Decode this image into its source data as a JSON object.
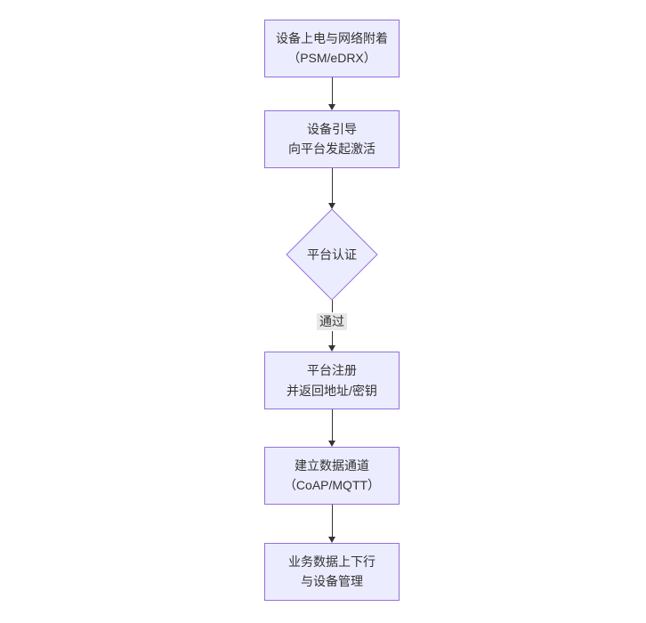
{
  "diagram": {
    "type": "flowchart-vertical",
    "colors": {
      "node_fill": "#ECECFF",
      "node_border": "#9370DB",
      "edge_line": "#333333",
      "edge_label_bg": "#e8e8e8",
      "text": "#333333",
      "background": "#ffffff"
    },
    "nodes": [
      {
        "id": "n1",
        "shape": "rect",
        "lines": [
          "设备上电与网络附着",
          "（PSM/eDRX）"
        ]
      },
      {
        "id": "n2",
        "shape": "rect",
        "lines": [
          "设备引导",
          "向平台发起激活"
        ]
      },
      {
        "id": "n3",
        "shape": "diamond",
        "lines": [
          "平台认证"
        ]
      },
      {
        "id": "n4",
        "shape": "rect",
        "lines": [
          "平台注册",
          "并返回地址/密钥"
        ]
      },
      {
        "id": "n5",
        "shape": "rect",
        "lines": [
          "建立数据通道",
          "（CoAP/MQTT）"
        ]
      },
      {
        "id": "n6",
        "shape": "rect",
        "lines": [
          "业务数据上下行",
          "与设备管理"
        ]
      }
    ],
    "edges": [
      {
        "from": "n1",
        "to": "n2",
        "label": ""
      },
      {
        "from": "n2",
        "to": "n3",
        "label": ""
      },
      {
        "from": "n3",
        "to": "n4",
        "label": "通过"
      },
      {
        "from": "n4",
        "to": "n5",
        "label": ""
      },
      {
        "from": "n5",
        "to": "n6",
        "label": ""
      }
    ]
  }
}
